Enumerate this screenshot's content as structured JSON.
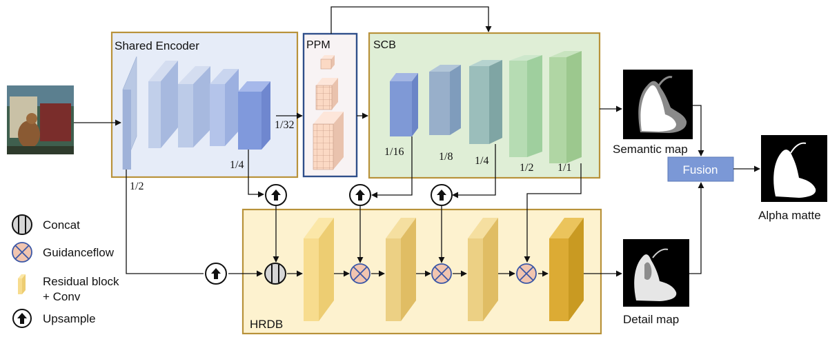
{
  "modules": {
    "encoder_label": "Shared Encoder",
    "ppm_label": "PPM",
    "scb_label": "SCB",
    "hrdb_label": "HRDB",
    "fusion_label": "Fusion"
  },
  "scales": {
    "enc_1_2": "1/2",
    "enc_1_4": "1/4",
    "enc_1_32": "1/32",
    "scb_1_16": "1/16",
    "scb_1_8": "1/8",
    "scb_1_4": "1/4",
    "scb_1_2": "1/2",
    "scb_1_1": "1/1"
  },
  "outputs": {
    "semantic_map": "Semantic map",
    "detail_map": "Detail map",
    "alpha_matte": "Alpha matte"
  },
  "legend": {
    "concat": "Concat",
    "guidanceflow": "Guidanceflow",
    "residual_line1": "Residual block",
    "residual_line2": "+ Conv",
    "upsample": "Upsample"
  },
  "colors": {
    "encoder_bg": "#e6ecf8",
    "module_border": "#b8923a",
    "ppm_border": "#2f4f8a",
    "ppm_bg": "#f8f3f4",
    "scb_bg": "#dfeed6",
    "hrdb_bg": "#fdf2cf",
    "fusion_fill": "#7b98d6",
    "guidance_fill": "#f1c5b0",
    "guidance_stroke": "#3b57a6"
  }
}
